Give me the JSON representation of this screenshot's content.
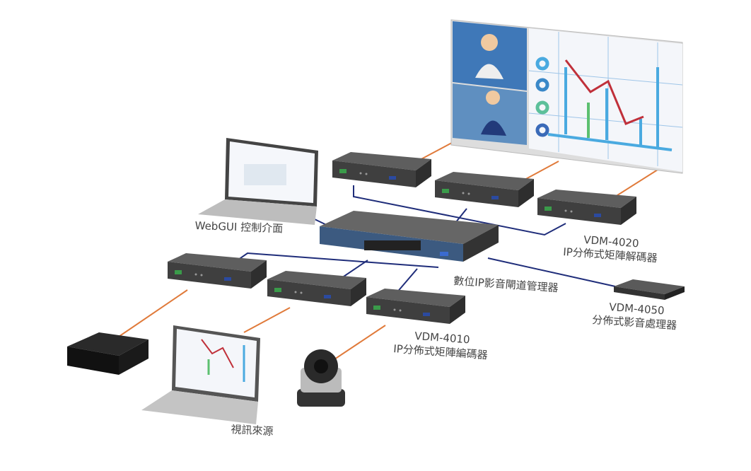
{
  "labels": {
    "webgui": "WebGUI 控制介面",
    "decoder_model": "VDM-4020",
    "decoder_desc": "IP分佈式矩陣解碼器",
    "gateway": "數位IP影音閘道管理器",
    "processor_model": "VDM-4050",
    "processor_desc": "分佈式影音處理器",
    "encoder_model": "VDM-4010",
    "encoder_desc": "IP分佈式矩陣編碼器",
    "video_source": "視訊來源"
  },
  "colors": {
    "video_link": "#e07a3a",
    "network_link": "#1f2d7a",
    "device": "#4a4a4a",
    "switch_front": "#3c5a80"
  }
}
